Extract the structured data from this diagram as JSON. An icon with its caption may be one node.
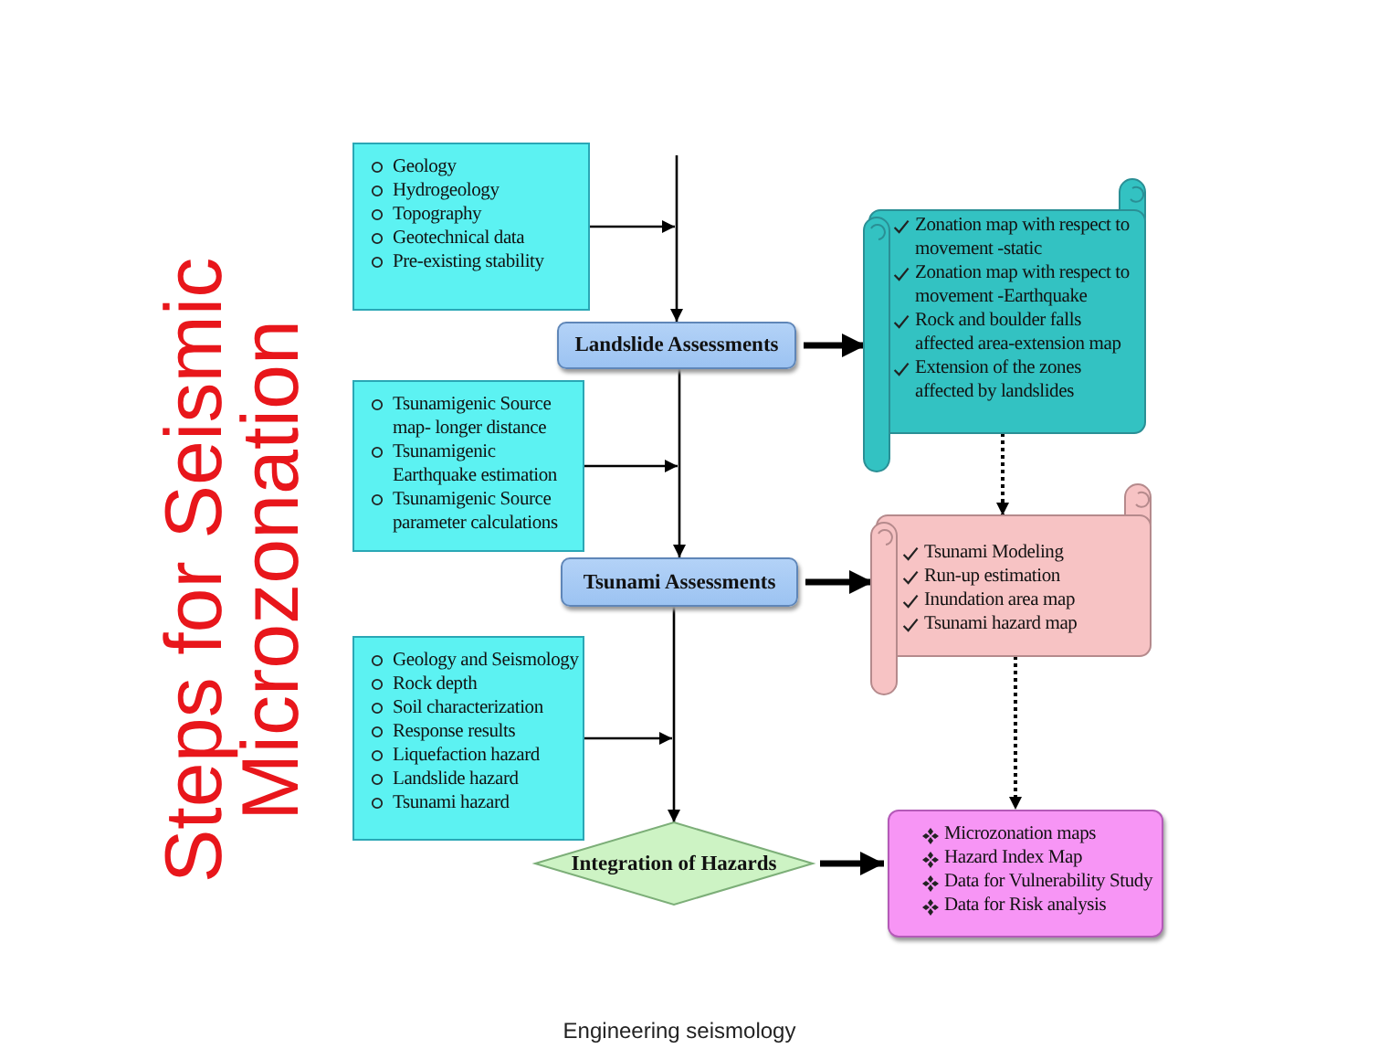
{
  "diagram": {
    "title": "Steps for Seismic Microzonation",
    "caption": "Engineering seismology",
    "nodes": [
      {
        "text": [
          "Geology",
          "Hydrogeology",
          "Topography",
          "Geotechnical data",
          "Pre-existing stability"
        ]
      },
      {
        "text": [
          "Landslide Assessments"
        ]
      },
      {
        "text": [
          "Tsunamigenic Source map- longer distance",
          "Tsunamigenic Earthquake estimation",
          "Tsunamigenic Source parameter calculations"
        ]
      },
      {
        "text": [
          "Tsunami Assessments"
        ]
      },
      {
        "text": [
          "Geology and Seismology",
          "Rock depth",
          "Soil characterization",
          "Response results",
          "Liquefaction hazard",
          "Landslide hazard",
          "Tsunami hazard"
        ]
      },
      {
        "text": [
          "Integration of Hazards"
        ]
      },
      {
        "text": [
          "Zonation map with respect to movement -static",
          "Zonation map with respect to movement -Earthquake",
          "Rock and boulder falls affected area-extension map",
          "Extension of the zones affected by landslides"
        ]
      },
      {
        "text": [
          "Tsunami Modeling",
          "Run-up estimation",
          "Inundation area map",
          "Tsunami hazard map"
        ]
      },
      {
        "text": [
          "Microzonation maps",
          "Hazard Index Map",
          "Data for Vulnerability Study",
          "Data for Risk analysis"
        ]
      }
    ],
    "edges": [
      {
        "from": null,
        "to": 1,
        "arrow": "to"
      },
      {
        "from": 0,
        "to": 1,
        "arrow": "to"
      },
      {
        "from": 1,
        "to": 3,
        "arrow": "to"
      },
      {
        "from": 2,
        "to": 3,
        "arrow": "to"
      },
      {
        "from": 3,
        "to": 5,
        "arrow": "to"
      },
      {
        "from": 4,
        "to": 5,
        "arrow": "to"
      },
      {
        "from": 1,
        "to": 6,
        "arrow": "to",
        "style": "thick"
      },
      {
        "from": 3,
        "to": 7,
        "arrow": "to",
        "style": "thick"
      },
      {
        "from": 5,
        "to": 8,
        "arrow": "to",
        "style": "thick"
      },
      {
        "from": 6,
        "to": 7,
        "arrow": "to",
        "style": "dashed"
      },
      {
        "from": 7,
        "to": 8,
        "arrow": "to",
        "style": "dashed"
      }
    ]
  }
}
